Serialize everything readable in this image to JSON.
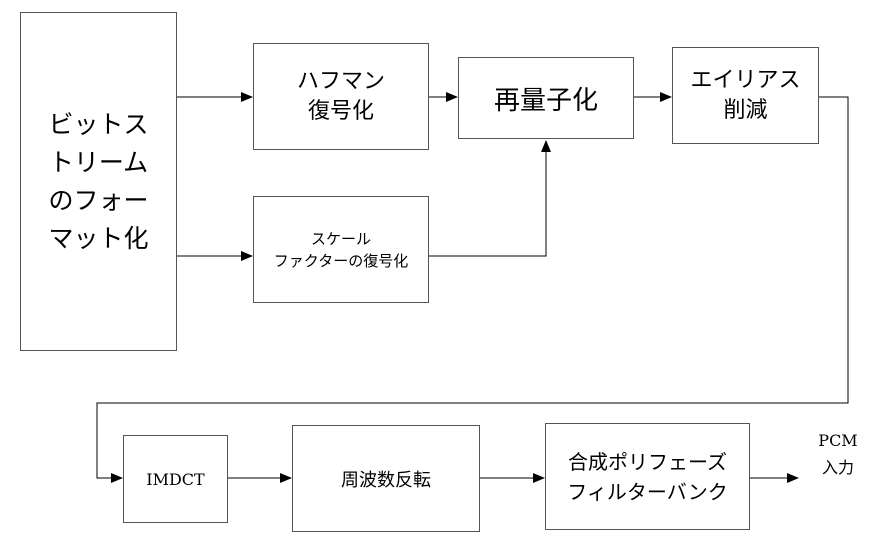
{
  "blocks": {
    "bitstream": "ビットス\nトリーム\nのフォー\nマット化",
    "huffman": "ハフマン\n復号化",
    "requantize": "再量子化",
    "alias_reduction": "エイリアス\n削減",
    "scalefactor": "スケール\nファクターの復号化",
    "imdct": "IMDCT",
    "freq_inversion": "周波数反転",
    "synthesis": "合成ポリフェーズ\nフィルターバンク"
  },
  "output_label": "PCM\n入力"
}
